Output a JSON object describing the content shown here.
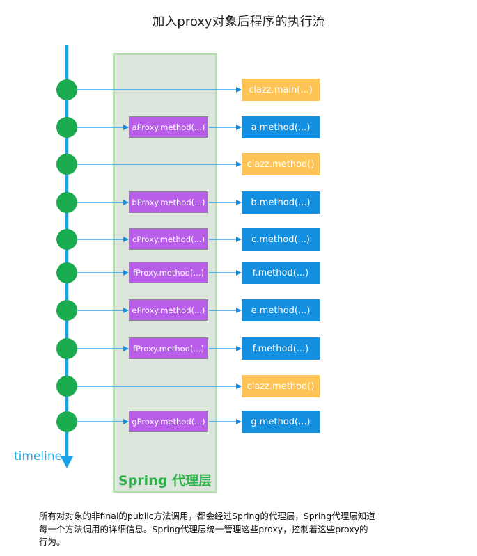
{
  "title": "加入proxy对象后程序的执行流",
  "layer_label": "Spring 代理层",
  "timeline_label": "timeline",
  "caption_lines": [
    "所有对对象的非final的public方法调用，都会经过Spring的代理层，Spring代理层知道",
    "每一个方法调用的详细信息。Spring代理层统一管理这些proxy，控制着这些proxy的",
    "行为。"
  ],
  "colors": {
    "timeline": "#1aa3e8",
    "node": "#1aab4f",
    "arrow": "#1a8fe0",
    "proxy_box": "#b85ee8",
    "main_box": "#ffc456",
    "method_box": "#1590e0",
    "layer_bg": "#dde6dc",
    "layer_border": "#b7e0b0",
    "layer_label": "#2db14b"
  },
  "steps": [
    {
      "proxy": null,
      "target": "clazz.main(...)",
      "kind": "main"
    },
    {
      "proxy": "aProxy.method(...)",
      "target": "a.method(...)",
      "kind": "method"
    },
    {
      "proxy": null,
      "target": "clazz.method()",
      "kind": "main"
    },
    {
      "proxy": "bProxy.method(...)",
      "target": "b.method(...)",
      "kind": "method"
    },
    {
      "proxy": "cProxy.method(...)",
      "target": "c.method(...)",
      "kind": "method"
    },
    {
      "proxy": "fProxy.method(...)",
      "target": "f.method(...)",
      "kind": "method"
    },
    {
      "proxy": "eProxy.method(...)",
      "target": "e.method(...)",
      "kind": "method"
    },
    {
      "proxy": "fProxy.method(...)",
      "target": "f.method(...)",
      "kind": "method"
    },
    {
      "proxy": null,
      "target": "clazz.method()",
      "kind": "main"
    },
    {
      "proxy": "gProxy.method(...)",
      "target": "g.method(...)",
      "kind": "method"
    }
  ]
}
